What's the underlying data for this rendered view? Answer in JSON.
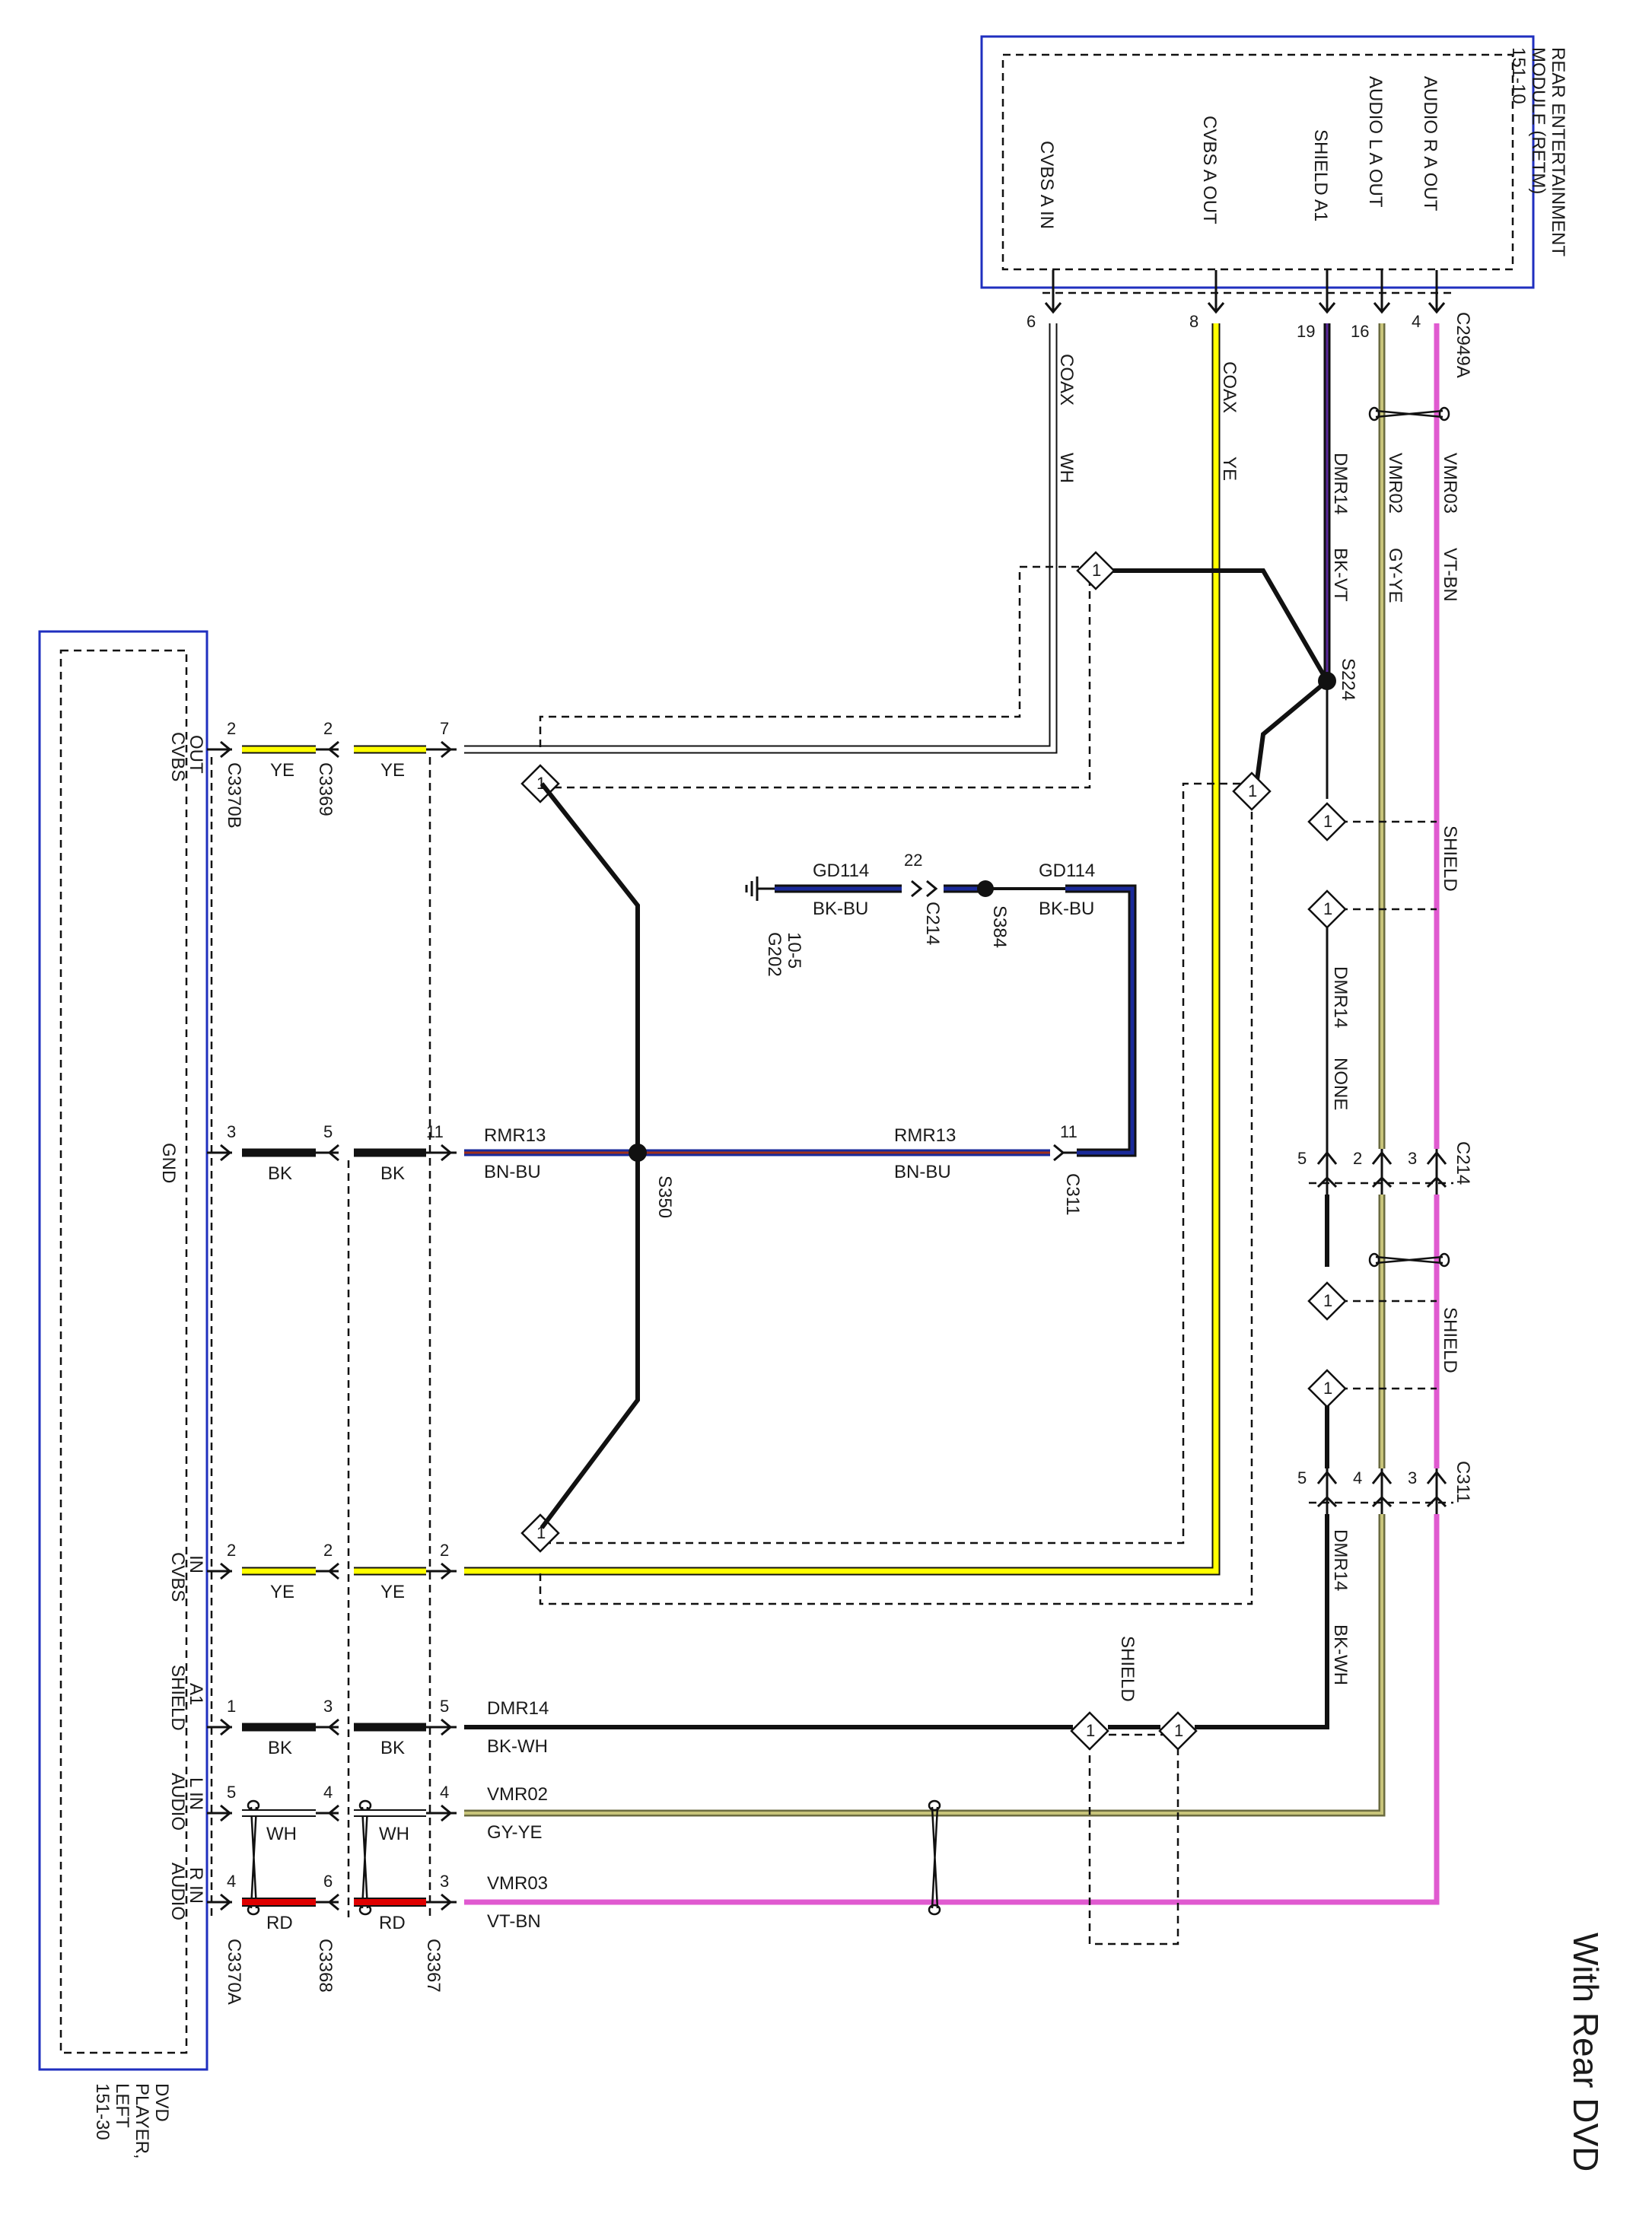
{
  "title": "With Rear DVD",
  "colors": {
    "yellow": "#ffff00",
    "white": "#ffffff",
    "black": "#111111",
    "red": "#e00000",
    "pink": "#e05ad0",
    "gray_yellow": "#a9a66a",
    "blue": "#1a2a9a",
    "brown_blue": "#4a2a8a",
    "box_border": "#1f2fbf",
    "box_fill": "#f2f2f2"
  },
  "retm": {
    "title_lines": [
      "REAR ENTERTAINMENT",
      "MODULE (RETM)",
      "151-10"
    ],
    "pins": [
      {
        "label": "AUDIO R A OUT",
        "pin": "4"
      },
      {
        "label": "AUDIO L A OUT",
        "pin": "16"
      },
      {
        "label": "SHIELD A1",
        "pin": "19"
      },
      {
        "label": "CVBS A OUT",
        "pin": "8"
      },
      {
        "label": "CVBS A IN",
        "pin": "6"
      }
    ],
    "connector": "C2949A"
  },
  "dvd": {
    "title_lines": [
      "DVD",
      "PLAYER,",
      "LEFT",
      "151-30"
    ],
    "pins": [
      {
        "label_lines": [
          "CVBS",
          "OUT"
        ],
        "pins": [
          "2",
          "2",
          "7"
        ]
      },
      {
        "label_lines": [
          "GND"
        ],
        "pins": [
          "3",
          "5",
          "11"
        ]
      },
      {
        "label_lines": [
          "CVBS",
          "IN"
        ],
        "pins": [
          "2",
          "2",
          "2"
        ]
      },
      {
        "label_lines": [
          "SHIELD",
          "A1"
        ],
        "pins": [
          "1",
          "3",
          "5"
        ]
      },
      {
        "label_lines": [
          "AUDIO",
          "L IN"
        ],
        "pins": [
          "5",
          "4",
          "4"
        ]
      },
      {
        "label_lines": [
          "AUDIO",
          "R IN"
        ],
        "pins": [
          "4",
          "6",
          "3"
        ]
      }
    ],
    "connectors_top": [
      "C3370B",
      "C3369"
    ],
    "connectors_bottom": [
      "C3370A",
      "C3368",
      "C3367"
    ]
  },
  "wires": {
    "coax_wh": "COAX",
    "coax_wh_color": "WH",
    "coax_ye": "COAX",
    "coax_ye_color": "YE",
    "dmr14": "DMR14",
    "bk_vt": "BK-VT",
    "vmr02": "VMR02",
    "gy_ye": "GY-YE",
    "vmr03": "VMR03",
    "vt_bn": "VT-BN",
    "none": "NONE",
    "bk_wh": "BK-WH",
    "rmr13": "RMR13",
    "bn_bu": "BN-BU",
    "gd114": "GD114",
    "bk_bu": "BK-BU",
    "ye": "YE",
    "bk": "BK",
    "wh": "WH",
    "rd": "RD",
    "shield": "SHIELD"
  },
  "splices": {
    "s224": "S224",
    "s350": "S350",
    "s384": "S384"
  },
  "connectors": {
    "c214": "C214",
    "c311": "C311",
    "g202": "G202",
    "g202_page": "10-5"
  },
  "pins_misc": {
    "c214_pins": [
      "5",
      "2",
      "3"
    ],
    "c311_pins": [
      "5",
      "4",
      "3"
    ],
    "c311_gnd_pin": "11",
    "c214_gnd_pin": "22"
  },
  "shield_marker": "1"
}
